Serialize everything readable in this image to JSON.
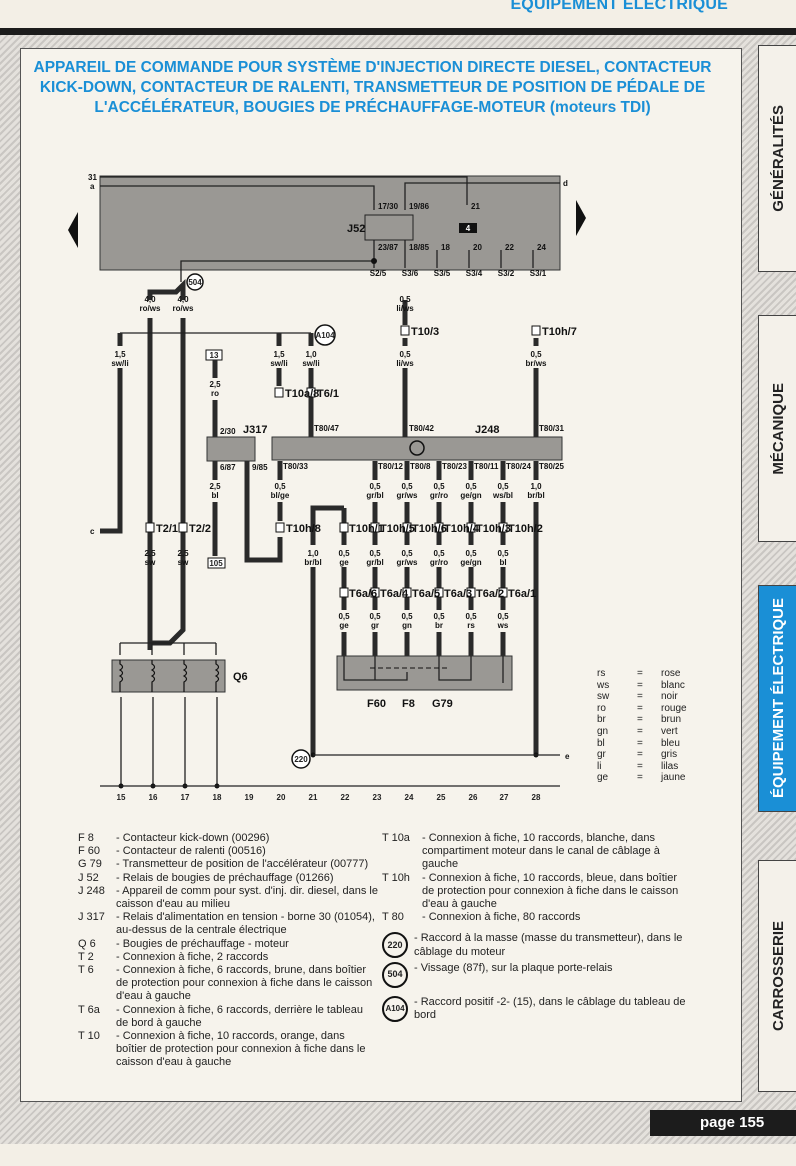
{
  "header": {
    "section": "ÉQUIPEMENT ÉLECTRIQUE"
  },
  "title": [
    "APPAREIL DE COMMANDE  POUR SYSTÈME D'INJECTION DIRECTE DIESEL, CONTACTEUR",
    "KICK-DOWN, CONTACTEUR DE RALENTI, TRANSMETTEUR DE POSITION DE PÉDALE DE",
    "L'ACCÉLÉRATEUR, BOUGIES DE PRÉCHAUFFAGE-MOTEUR (moteurs TDI)"
  ],
  "side_tabs": [
    "GÉNÉRALITÉS",
    "MÉCANIQUE",
    "ÉQUIPEMENT ÉLECTRIQUE",
    "CARROSSERIE"
  ],
  "diagram": {
    "relay_plate": {
      "line_31": "31",
      "line_a": "a",
      "line_d": "d",
      "j52": "J52",
      "relay_slot": "4",
      "pins": [
        "17/30",
        "19/86",
        "21",
        "23/87",
        "18/85",
        "18",
        "20",
        "22",
        "24"
      ],
      "outputs": [
        "S2/5",
        "S3/6",
        "S3/5",
        "S3/4",
        "S3/2",
        "S3/1"
      ]
    },
    "points": {
      "p504": "504",
      "a104": "A104",
      "p220": "220",
      "box13": "13",
      "box105": "105",
      "line_c": "c",
      "line_e": "e"
    },
    "components": {
      "j317": "J317",
      "j248": "J248",
      "q6": "Q6",
      "f60": "F60",
      "f8": "F8",
      "g79": "G79"
    },
    "j317_pins": [
      "2/30",
      "6/87",
      "9/85"
    ],
    "j248_pins": [
      "T80/47",
      "T80/42",
      "T80/31",
      "T80/33",
      "T80/12",
      "T80/8",
      "T80/23",
      "T80/11",
      "T80/24",
      "T80/25"
    ],
    "connectors": [
      "T10a/8",
      "T6/1",
      "T10/3",
      "T10h/7",
      "T2/1",
      "T2/2",
      "T10h/8",
      "T10h/1",
      "T10h/5",
      "T10h/6",
      "T10h/4",
      "T10h/3",
      "T10h/2",
      "T6a/6",
      "T6a/4",
      "T6a/5",
      "T6a/3",
      "T6a/2",
      "T6a/1"
    ],
    "wires": [
      [
        "4,0",
        "ro/ws"
      ],
      [
        "4,0",
        "ro/ws"
      ],
      [
        "1,5",
        "sw/li"
      ],
      [
        "1,5",
        "sw/li"
      ],
      [
        "1,0",
        "sw/li"
      ],
      [
        "0,5",
        "li/ws"
      ],
      [
        "0,5",
        "li/ws"
      ],
      [
        "0,5",
        "br/ws"
      ],
      [
        "2,5",
        "ro"
      ],
      [
        "2,5",
        "bl"
      ],
      [
        "0,5",
        "bl/ge"
      ],
      [
        "0,5",
        "gr/bl"
      ],
      [
        "0,5",
        "gr/ws"
      ],
      [
        "0,5",
        "gr/ro"
      ],
      [
        "0,5",
        "ge/gn"
      ],
      [
        "0,5",
        "ws/bl"
      ],
      [
        "1,0",
        "br/bl"
      ],
      [
        "2,5",
        "sw"
      ],
      [
        "2,5",
        "sw"
      ],
      [
        "1,0",
        "br/bl"
      ],
      [
        "0,5",
        "ge"
      ],
      [
        "0,5",
        "gr/bl"
      ],
      [
        "0,5",
        "gr/ws"
      ],
      [
        "0,5",
        "gr/ro"
      ],
      [
        "0,5",
        "ge/gn"
      ],
      [
        "0,5",
        "bl"
      ],
      [
        "0,5",
        "ge"
      ],
      [
        "0,5",
        "gr"
      ],
      [
        "0,5",
        "gn"
      ],
      [
        "0,5",
        "br"
      ],
      [
        "0,5",
        "rs"
      ],
      [
        "0,5",
        "ws"
      ]
    ],
    "tracks": [
      "15",
      "16",
      "17",
      "18",
      "19",
      "20",
      "21",
      "22",
      "23",
      "24",
      "25",
      "26",
      "27",
      "28"
    ]
  },
  "color_codes": [
    [
      "rs",
      "rose"
    ],
    [
      "ws",
      "blanc"
    ],
    [
      "sw",
      "noir"
    ],
    [
      "ro",
      "rouge"
    ],
    [
      "br",
      "brun"
    ],
    [
      "gn",
      "vert"
    ],
    [
      "bl",
      "bleu"
    ],
    [
      "gr",
      "gris"
    ],
    [
      "li",
      "lilas"
    ],
    [
      "ge",
      "jaune"
    ]
  ],
  "legend_left": [
    [
      "F 8",
      "- Contacteur kick-down (00296)"
    ],
    [
      "F 60",
      "- Contacteur de ralenti (00516)"
    ],
    [
      "G 79",
      "- Transmetteur de position de l'accélérateur (00777)"
    ],
    [
      "J 52",
      "- Relais de bougies de préchauffage (01266)"
    ],
    [
      "J 248",
      "- Appareil de comm pour syst. d'inj. dir. diesel, dans le caisson d'eau au milieu"
    ],
    [
      "J 317",
      "- Relais d'alimentation en tension - borne 30 (01054), au-dessus de la centrale électrique"
    ],
    [
      "Q 6",
      "- Bougies de préchauffage - moteur"
    ],
    [
      "T 2",
      "- Connexion à fiche, 2 raccords"
    ],
    [
      "T 6",
      "- Connexion à fiche, 6 raccords, brune, dans boîtier de protection pour connexion à fiche dans le caisson d'eau à gauche"
    ],
    [
      "T 6a",
      "- Connexion à fiche, 6 raccords, derrière le tableau de bord à gauche"
    ],
    [
      "T 10",
      "- Connexion à fiche, 10 raccords, orange, dans boîtier de protection pour connexion à fiche dans le caisson d'eau à gauche"
    ]
  ],
  "legend_right": [
    [
      "T 10a",
      "- Connexion à fiche, 10 raccords, blanche, dans compartiment moteur dans le canal de câblage à gauche"
    ],
    [
      "T 10h",
      "- Connexion à fiche, 10 raccords, bleue, dans boîtier de protection pour connexion à fiche dans le caisson d'eau à gauche"
    ],
    [
      "T 80",
      "- Connexion à fiche, 80 raccords"
    ]
  ],
  "legend_points": [
    [
      "220",
      "- Raccord à la masse (masse du transmetteur), dans le câblage du moteur"
    ],
    [
      "504",
      "- Vissage (87f), sur la plaque porte-relais"
    ],
    [
      "A104",
      "- Raccord positif -2- (15), dans le câblage du tableau de bord"
    ]
  ],
  "footer": {
    "page": "page 155"
  }
}
